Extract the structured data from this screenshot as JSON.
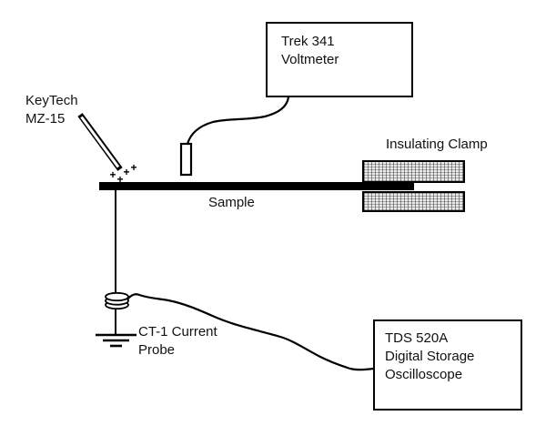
{
  "diagram": {
    "keytech_label": {
      "line1": "KeyTech",
      "line2": "MZ-15"
    },
    "voltmeter_box": {
      "line1": "Trek 341",
      "line2": "Voltmeter"
    },
    "insulating_clamp_label": "Insulating Clamp",
    "sample_label": "Sample",
    "current_probe_label": {
      "line1": "CT-1 Current",
      "line2": "Probe"
    },
    "oscilloscope_box": {
      "line1": "TDS 520A",
      "line2": "Digital Storage",
      "line3": "Oscilloscope"
    },
    "charge_symbol": "+",
    "colors": {
      "ink": "#000000",
      "background": "#ffffff",
      "clamp_fill": "#e9e9e9"
    }
  }
}
